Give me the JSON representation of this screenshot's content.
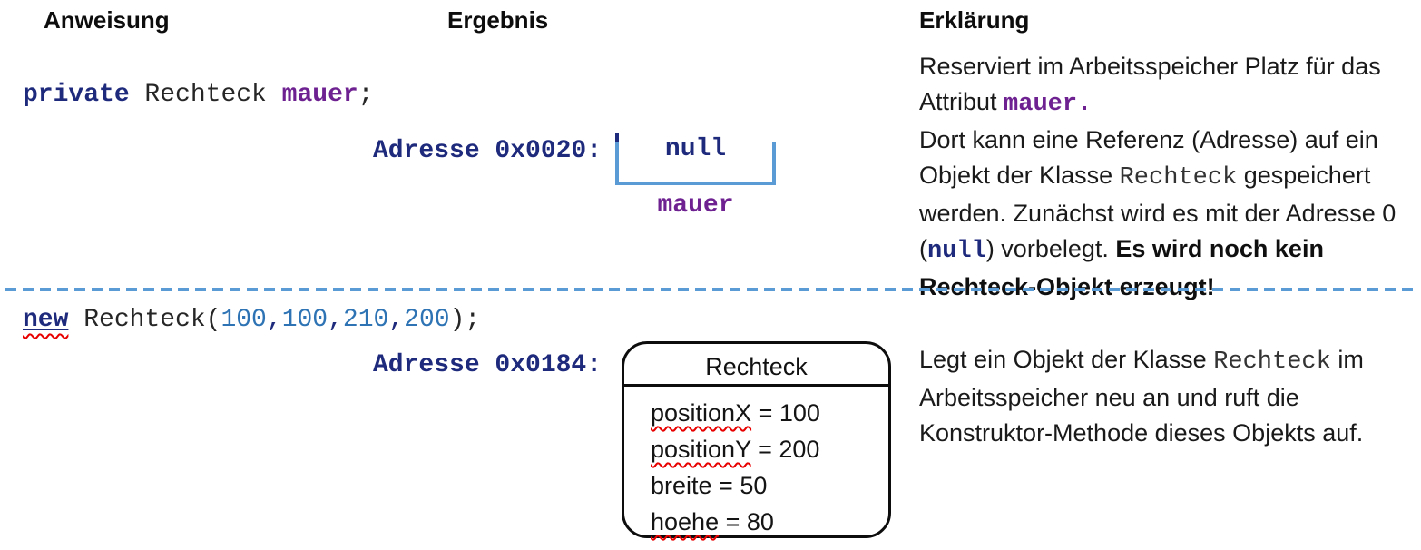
{
  "headers": {
    "col1": "Anweisung",
    "col2": "Ergebnis",
    "col3": "Erklärung"
  },
  "row1": {
    "code": {
      "keyword": "private",
      "type_part": " Rechteck ",
      "variable": "mauer",
      "terminator": ";"
    },
    "result": {
      "address_label": "Adresse 0x0020:",
      "cell_value": "null",
      "cell_label": "mauer"
    },
    "explanation": {
      "p1_text": "Reserviert im Arbeitsspeicher Platz für das Attribut ",
      "p1_code": "mauer.",
      "p2_text1": "Dort kann eine Referenz (Adresse) auf ein Objekt der Klasse ",
      "p2_code1": "Rechteck",
      "p2_text2": " gespeichert werden. Zunächst wird es mit der Adresse 0 (",
      "p2_code2": "null",
      "p2_text3": ") vorbelegt. ",
      "p2_bold": "Es wird noch kein Rechteck-Objekt erzeugt!"
    }
  },
  "row2": {
    "code": {
      "keyword": "new",
      "call_part": " Rechteck(",
      "arg1": "100",
      "comma1": ",",
      "arg2": "100",
      "comma2": ",",
      "arg3": "210",
      "comma3": ",",
      "arg4": "200",
      "close_part": ");"
    },
    "result": {
      "address_label": "Adresse 0x0184:",
      "class_name": "Rechteck",
      "attributes": [
        {
          "name": "positionX",
          "value_part": " = 100",
          "misspelled": true
        },
        {
          "name": "positionY",
          "value_part": " = 200",
          "misspelled": true
        },
        {
          "name": "breite",
          "value_part": " = 50",
          "misspelled": false
        },
        {
          "name": "hoehe",
          "value_part": " = 80",
          "misspelled": true
        }
      ]
    },
    "explanation": {
      "p1_text1": "Legt ein Objekt der Klasse ",
      "p1_code1": "Rechteck",
      "p1_text2": " im Arbeitsspeicher neu an und ruft die Konstruktor-Methode dieses Objekts auf."
    }
  },
  "colors": {
    "navy": "#1e2a7c",
    "purple": "#6e2291",
    "number_blue": "#2e74b5",
    "light_blue": "#5b9bd5",
    "squiggle_red": "#e80000",
    "box_border": "#0d0d0d",
    "body_text": "#1a1a1a"
  }
}
